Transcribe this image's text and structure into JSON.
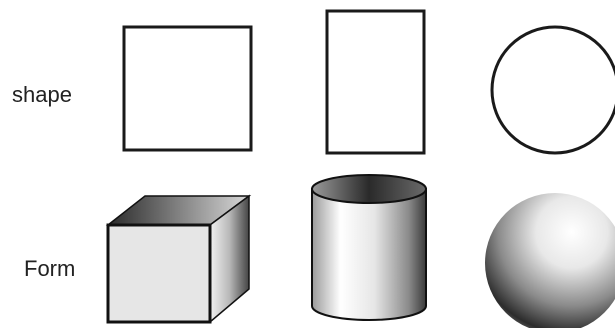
{
  "rows": {
    "shape": {
      "label": "shape",
      "items": [
        "square-outline",
        "rectangle-outline",
        "circle-outline"
      ]
    },
    "form": {
      "label": "Form",
      "items": [
        "shaded-cube",
        "shaded-cylinder",
        "shaded-sphere"
      ]
    }
  },
  "colors": {
    "stroke": "#1a1a1a",
    "background": "#ffffff"
  }
}
